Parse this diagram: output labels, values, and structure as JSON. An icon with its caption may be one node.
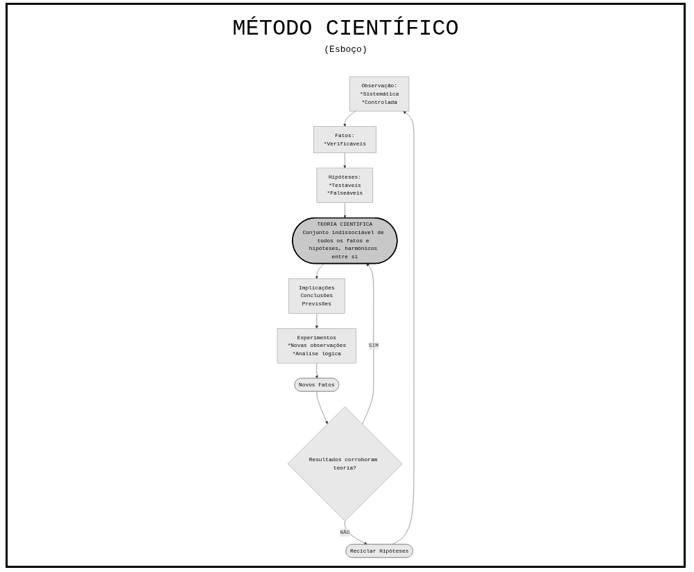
{
  "diagram": {
    "title": "MÉTODO CIENTÍFICO",
    "nodes": [
      {
        "text": [
          "Observação:",
          "*Sistemática",
          "*Controlada"
        ]
      },
      {
        "text": [
          "Fatos:",
          "*Verificáveis"
        ]
      },
      {
        "text": [
          "Hipóteses:",
          "*Testáveis",
          "*Falseáveis"
        ]
      },
      {
        "text": [
          "TEORIA CIENTÍFICA",
          "Conjunto indissociável de todos os fatos e hipóteses, harmônicos entre si"
        ]
      },
      {
        "text": [
          "Implicações",
          "Conclusões",
          "Previsões"
        ]
      },
      {
        "text": [
          "Experimentos",
          "*Novas observações",
          "*Análise lógica"
        ]
      },
      {
        "text": [
          "Novos Fatos"
        ]
      },
      {
        "text": [
          "Resultados corroboram teoria?"
        ]
      },
      {
        "text": [
          "Reciclar Hipóteses"
        ]
      }
    ],
    "edges": [
      {
        "from": 0,
        "to": 1,
        "arrow": "to"
      },
      {
        "from": 1,
        "to": 2,
        "arrow": "to"
      },
      {
        "from": 2,
        "to": 3,
        "arrow": "to"
      },
      {
        "from": 3,
        "to": 4,
        "arrow": "to"
      },
      {
        "from": 4,
        "to": 5,
        "arrow": "to"
      },
      {
        "from": 5,
        "to": 6,
        "arrow": "to"
      },
      {
        "from": 6,
        "to": 7,
        "arrow": "to"
      },
      {
        "from": 7,
        "to": 3,
        "label": "SIM",
        "arrow": "to"
      },
      {
        "from": 7,
        "to": 8,
        "label": "NÃO",
        "arrow": "to"
      },
      {
        "from": 8,
        "to": 0,
        "arrow": "to"
      }
    ],
    "labels": [
      "(Esboço)"
    ]
  }
}
